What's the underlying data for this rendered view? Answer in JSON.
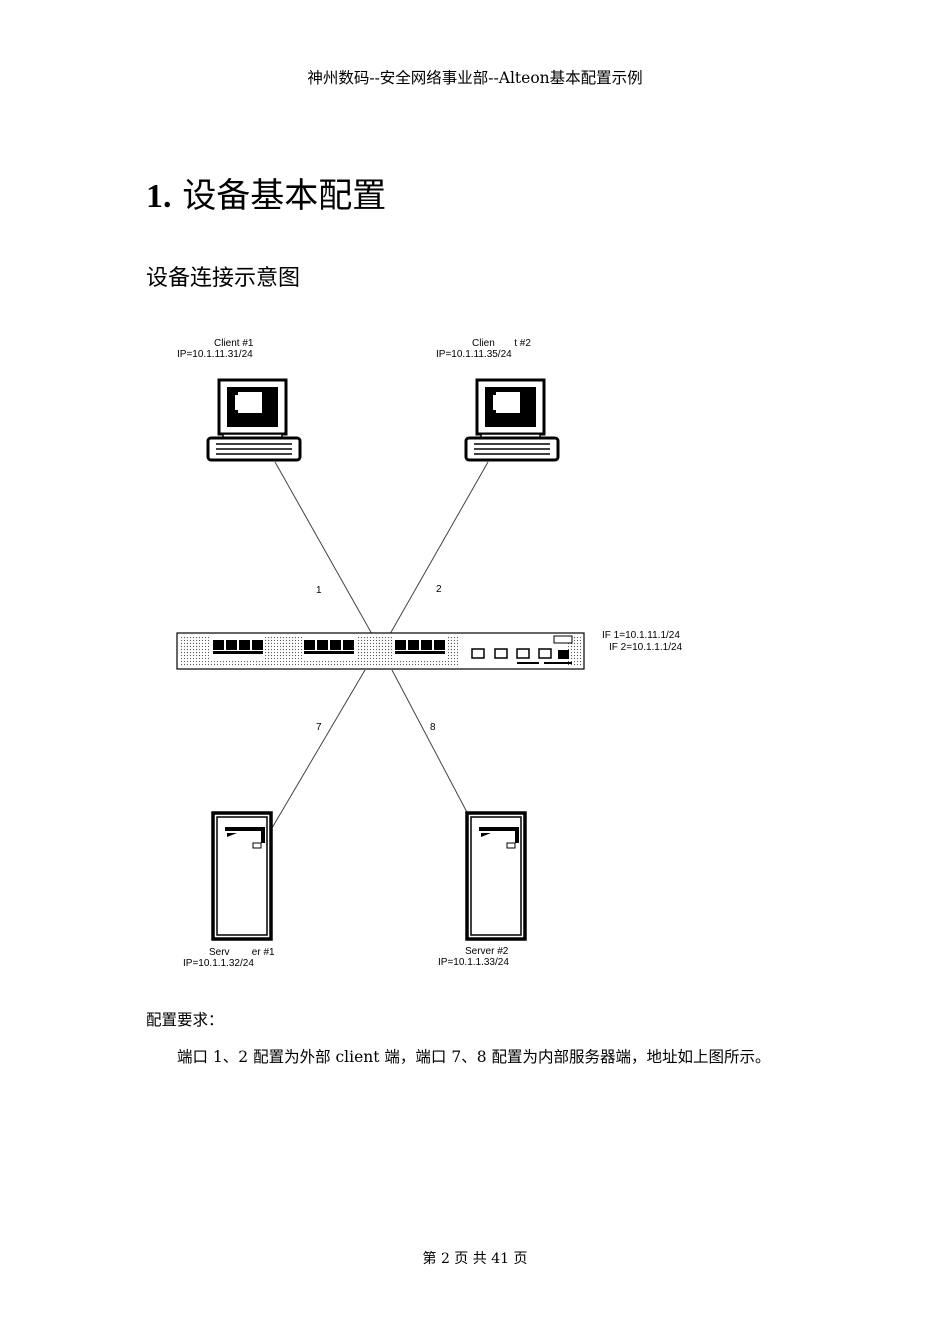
{
  "header": "神州数码--安全网络事业部--Alteon基本配置示例",
  "section": {
    "number": "1.",
    "title": "设备基本配置"
  },
  "subtitle": "设备连接示意图",
  "diagram": {
    "client1": {
      "name": "Client #1",
      "ip": "IP=10.1.11.31/24"
    },
    "client2": {
      "name": "Clien       t #2",
      "ip": "IP=10.1.11.35/24"
    },
    "server1": {
      "name": "Serv        er #1",
      "ip": "IP=10.1.1.32/24"
    },
    "server2": {
      "name": "Server #2",
      "ip": "IP=10.1.1.33/24"
    },
    "switch": {
      "if1": "IF 1=10.1.11.1/24",
      "if2": "IF 2=10.1.1.1/24"
    },
    "ports": {
      "p1": "1",
      "p2": "2",
      "p7": "7",
      "p8": "8"
    }
  },
  "requirements": {
    "label": "配置要求：",
    "text": "端口 1、2 配置为外部 client 端，端口 7、8 配置为内部服务器端，地址如上图所示。"
  },
  "footer": "第 2  页 共 41  页"
}
